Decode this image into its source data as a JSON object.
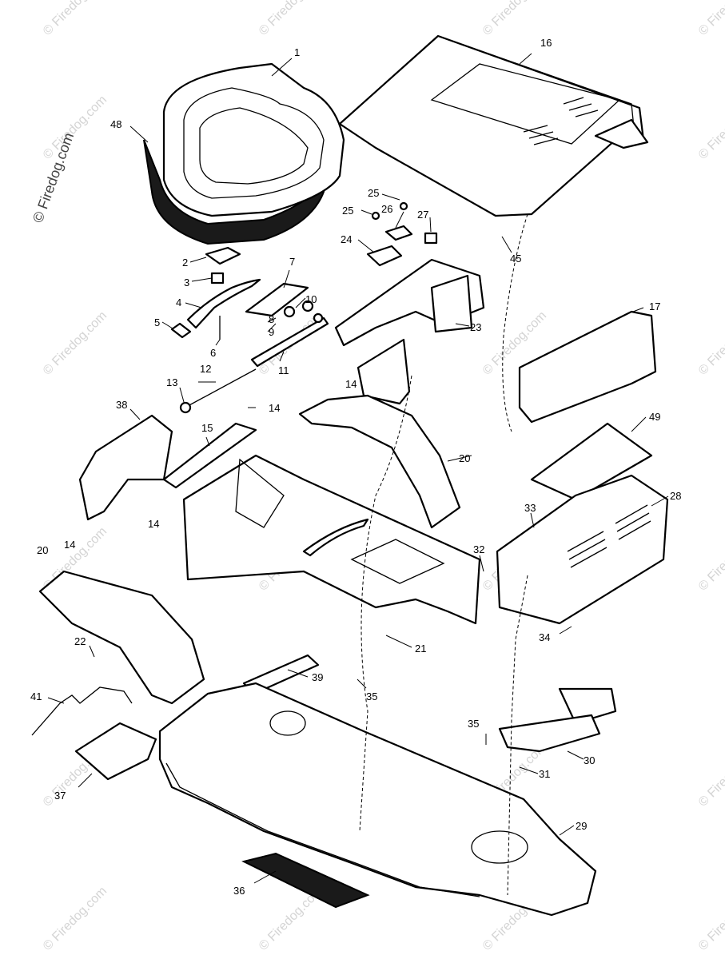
{
  "watermark": {
    "primary": "© Firedog.com",
    "repeat": "© Firedog.com"
  },
  "callouts": [
    {
      "id": "1"
    },
    {
      "id": "2"
    },
    {
      "id": "3"
    },
    {
      "id": "4"
    },
    {
      "id": "5"
    },
    {
      "id": "6"
    },
    {
      "id": "7"
    },
    {
      "id": "8"
    },
    {
      "id": "9"
    },
    {
      "id": "10"
    },
    {
      "id": "11"
    },
    {
      "id": "12"
    },
    {
      "id": "13"
    },
    {
      "id": "14"
    },
    {
      "id": "15"
    },
    {
      "id": "16"
    },
    {
      "id": "17"
    },
    {
      "id": "20"
    },
    {
      "id": "21"
    },
    {
      "id": "22"
    },
    {
      "id": "23"
    },
    {
      "id": "24"
    },
    {
      "id": "25"
    },
    {
      "id": "26"
    },
    {
      "id": "27"
    },
    {
      "id": "28"
    },
    {
      "id": "29"
    },
    {
      "id": "30"
    },
    {
      "id": "31"
    },
    {
      "id": "32"
    },
    {
      "id": "33"
    },
    {
      "id": "34"
    },
    {
      "id": "35"
    },
    {
      "id": "36"
    },
    {
      "id": "37"
    },
    {
      "id": "38"
    },
    {
      "id": "39"
    },
    {
      "id": "41"
    },
    {
      "id": "45"
    },
    {
      "id": "48"
    },
    {
      "id": "49"
    }
  ]
}
